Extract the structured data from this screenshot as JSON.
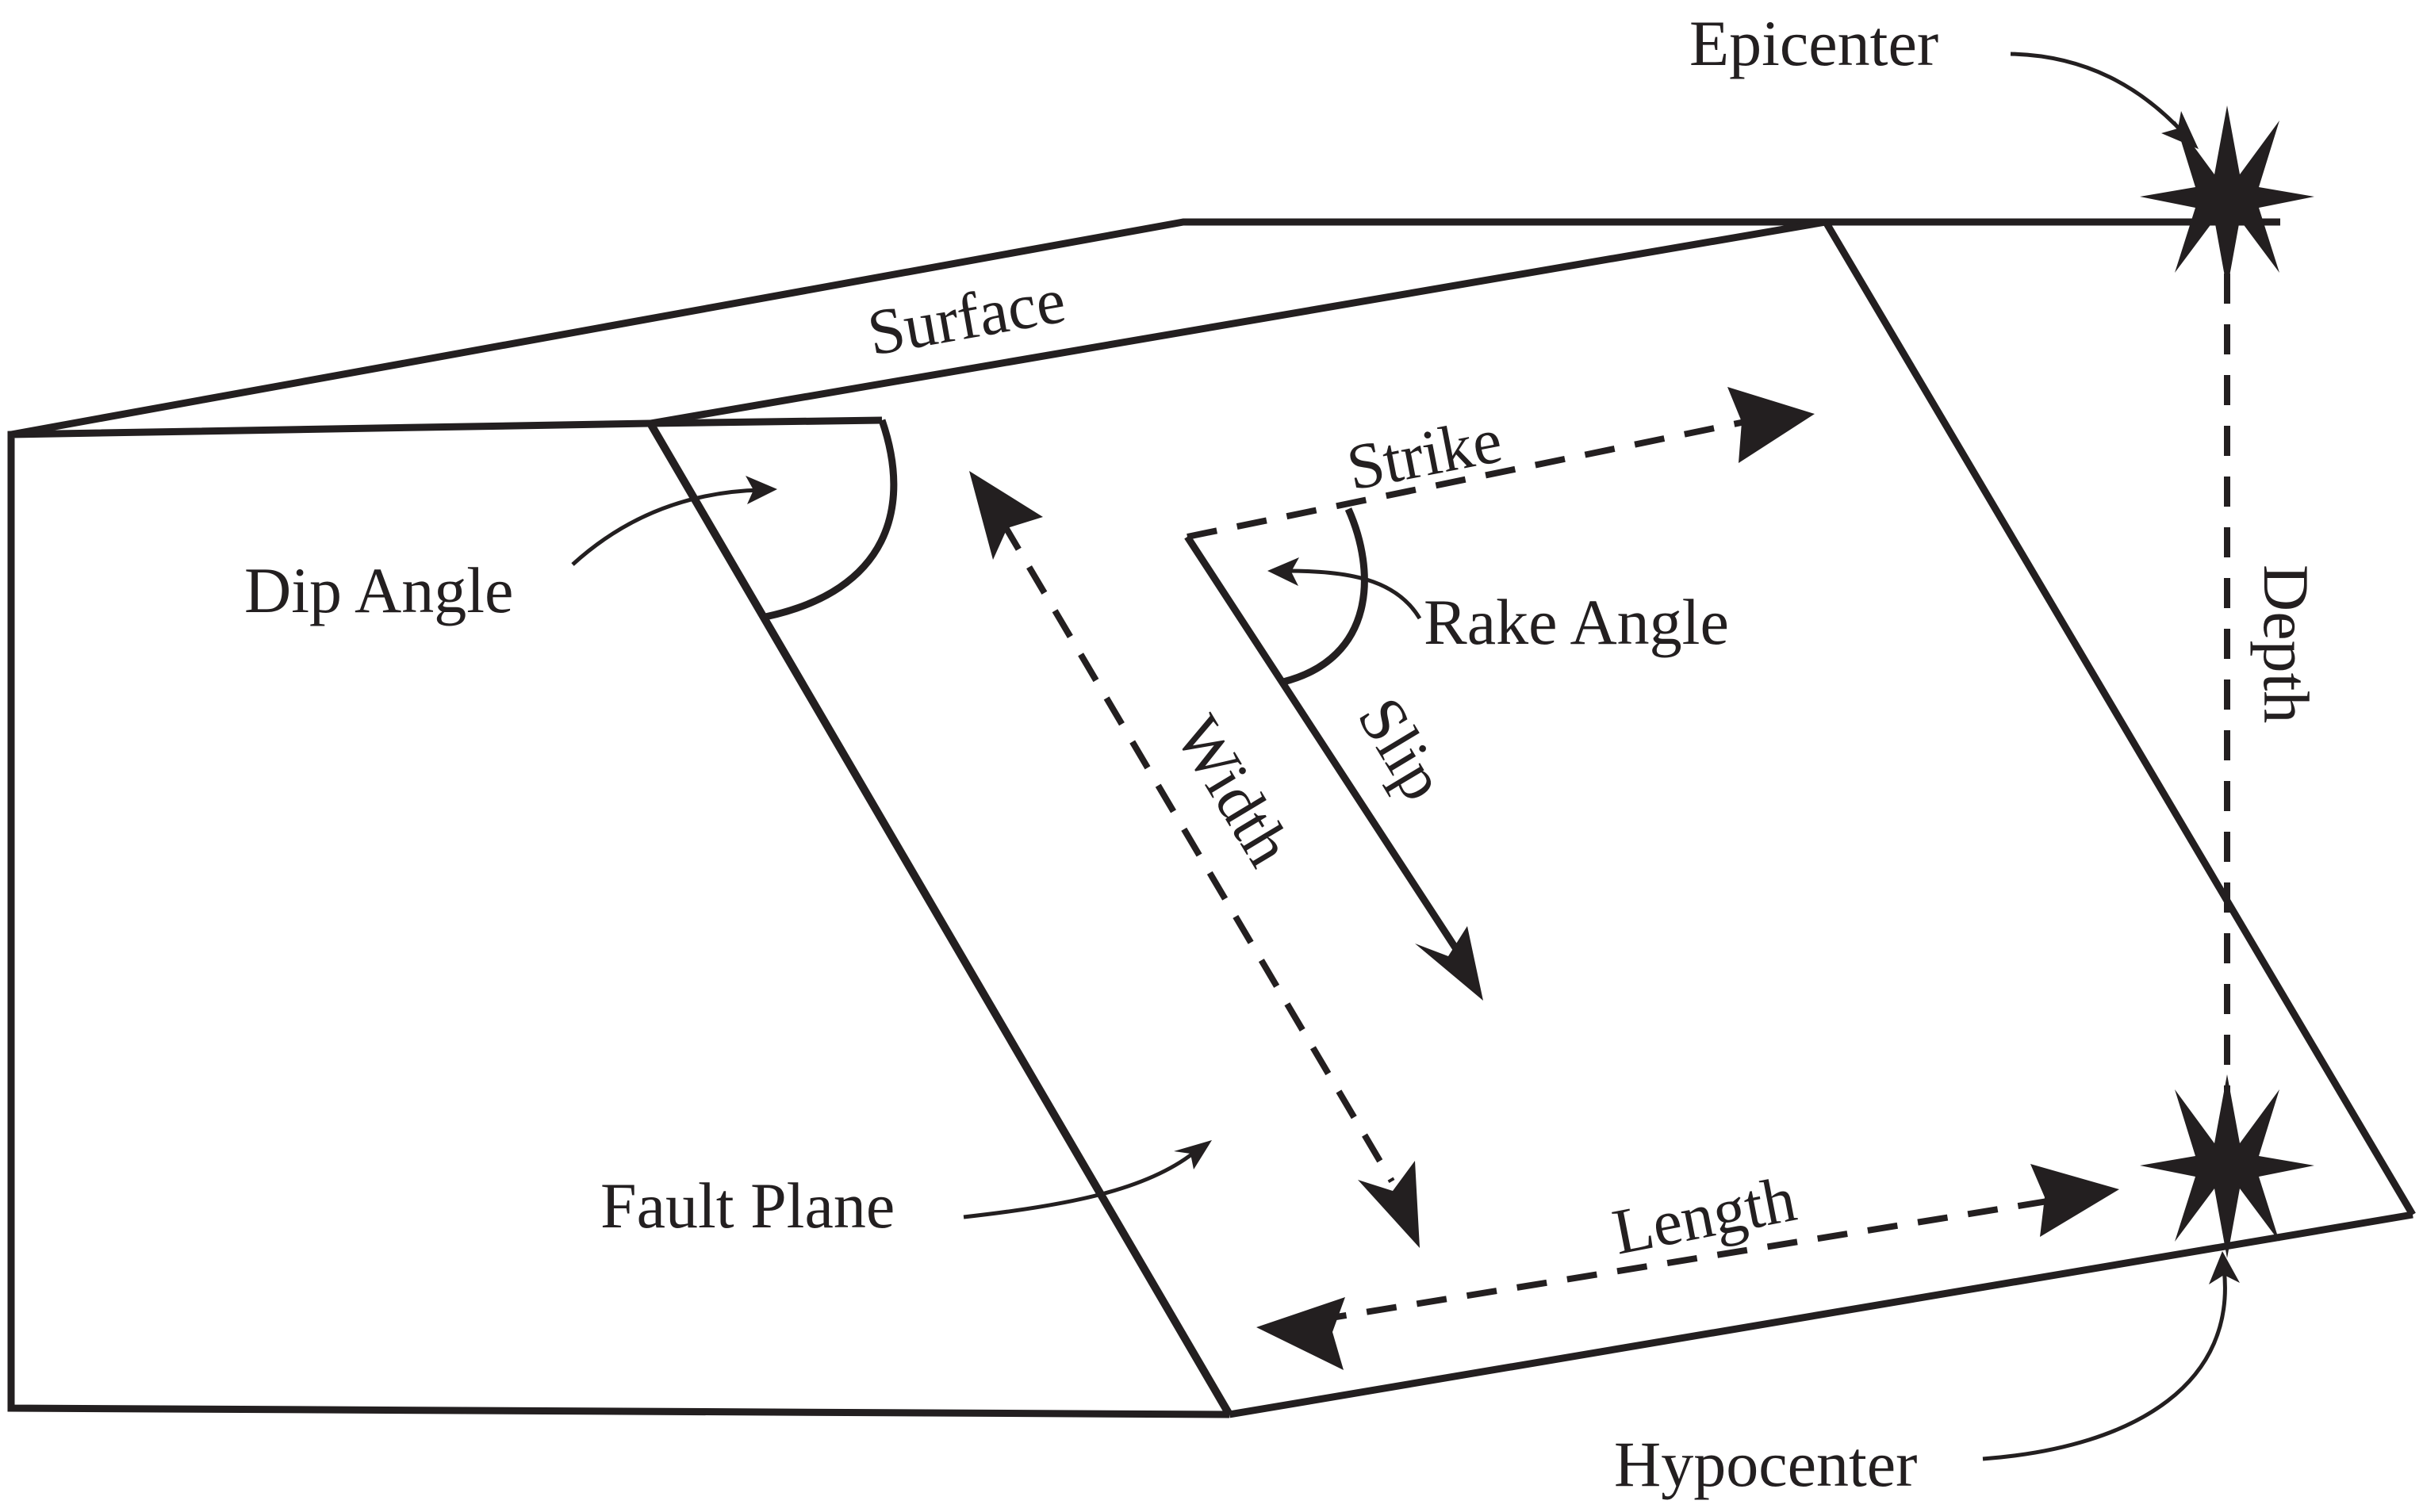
{
  "labels": {
    "epicenter": "Epicenter",
    "surface": "Surface",
    "strike": "Strike",
    "dip_angle": "Dip Angle",
    "rake_angle": "Rake Angle",
    "depth": "Depth",
    "width": "Width",
    "slip": "Slip",
    "fault_plane": "Fault Plane",
    "length": "Length",
    "hypocenter": "Hypocenter"
  },
  "colors": {
    "line": "#231f20",
    "background": "#ffffff"
  }
}
